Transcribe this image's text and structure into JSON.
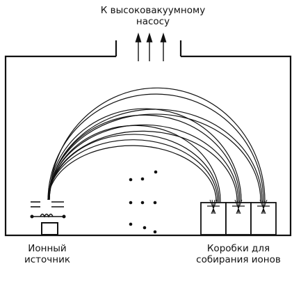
{
  "labels": {
    "pump_line1": "К высоковакуумному",
    "pump_line2": "насосу",
    "source_line1": "Ионный",
    "source_line2": "источник",
    "collectors_line1": "Коробки для",
    "collectors_line2": "собирания ионов"
  },
  "colors": {
    "ink": "#111111",
    "background": "#ffffff"
  },
  "icons": [
    "up-arrow-icon"
  ]
}
